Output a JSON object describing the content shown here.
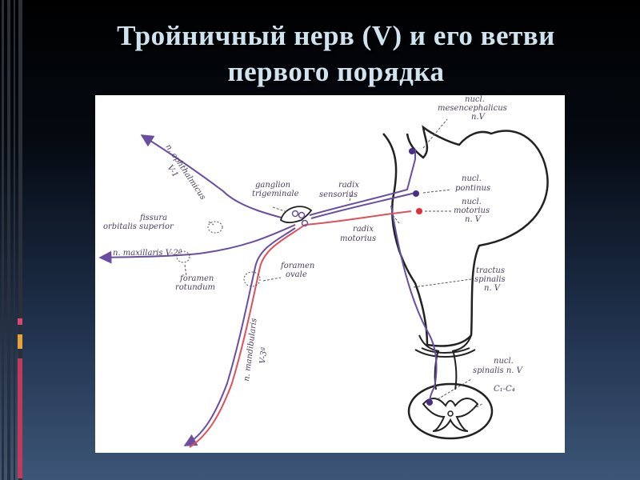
{
  "title": {
    "line1": "Тройничный нерв (V) и его ветви",
    "line2": "первого порядка"
  },
  "diagram": {
    "labels": {
      "nucl_mes_1": "nucl.",
      "nucl_mes_2": "mesencephalicus",
      "nucl_mes_3": "n.V",
      "nucl_pont_1": "nucl.",
      "nucl_pont_2": "pontinus",
      "nucl_mot_1": "nucl.",
      "nucl_mot_2": "motorius",
      "nucl_mot_3": "n. V",
      "ganglion_1": "ganglion",
      "ganglion_2": "trigeminale",
      "radix_sens_1": "radix",
      "radix_sens_2": "sensorius",
      "radix_mot_1": "radix",
      "radix_mot_2": "motorius",
      "fissura_1": "fissura",
      "fissura_2": "orbitalis superior",
      "maxillaris": "n. maxillaris V-2ª",
      "foramen_rot_1": "foramen",
      "foramen_rot_2": "rotundum",
      "foramen_ov_1": "foramen",
      "foramen_ov_2": "ovale",
      "ophthalmicus_1": "n. ophthalmicus",
      "ophthalmicus_2": "V-1",
      "mandibularis_1": "n. mandibularis",
      "mandibularis_2": "V-3ª",
      "tractus_1": "tractus",
      "tractus_2": "spinalis",
      "tractus_3": "n. V",
      "nucl_spin_1": "nucl.",
      "nucl_spin_2": "spinalis n. V",
      "segments": "C₁-C₄"
    },
    "colors": {
      "nerve": "#6a4ea0",
      "motor": "#e0505a",
      "outline": "#222222",
      "leader": "#555555"
    }
  }
}
